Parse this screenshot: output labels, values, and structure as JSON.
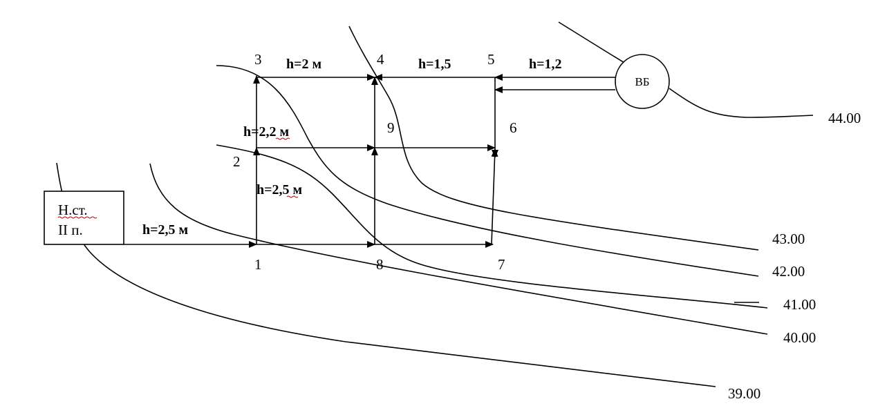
{
  "nodes": [
    {
      "id": "1",
      "label": "1"
    },
    {
      "id": "2",
      "label": "2"
    },
    {
      "id": "3",
      "label": "3"
    },
    {
      "id": "4",
      "label": "4"
    },
    {
      "id": "5",
      "label": "5"
    },
    {
      "id": "6",
      "label": "6"
    },
    {
      "id": "7",
      "label": "7"
    },
    {
      "id": "8",
      "label": "8"
    },
    {
      "id": "9",
      "label": "9"
    }
  ],
  "head_labels": {
    "h_3_4": "h=2 м",
    "h_4_5": "h=1,5",
    "h_5_vb": "h=1,2",
    "h_2": "h=2,2 м",
    "h_1_2": "h=2,5 м",
    "h_pump_1": "h=2,5 м"
  },
  "pump_station": {
    "line1": "Н.ст.",
    "line2": "II п."
  },
  "tower": {
    "label": "ВБ"
  },
  "contours": [
    {
      "id": "c44",
      "label": "44.00"
    },
    {
      "id": "c43",
      "label": "43.00"
    },
    {
      "id": "c42",
      "label": "42.00"
    },
    {
      "id": "c41",
      "label": "41.00"
    },
    {
      "id": "c40",
      "label": "40.00"
    },
    {
      "id": "c39",
      "label": "39.00"
    }
  ]
}
